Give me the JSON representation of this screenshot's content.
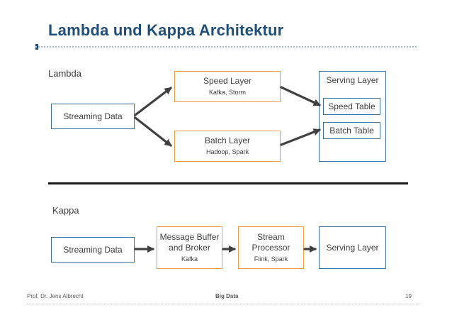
{
  "title": "Lambda und Kappa Architektur",
  "lambda": {
    "label": "Lambda",
    "streaming": "Streaming Data",
    "speed_layer": {
      "title": "Speed Layer",
      "tech": "Kafka, Storm"
    },
    "batch_layer": {
      "title": "Batch Layer",
      "tech": "Hadoop, Spark"
    },
    "serving": {
      "title": "Serving Layer",
      "speed_table": "Speed Table",
      "batch_table": "Batch Table"
    }
  },
  "kappa": {
    "label": "Kappa",
    "streaming": "Streaming Data",
    "message_buffer": {
      "line1": "Message Buffer",
      "line2": "and Broker",
      "tech": "Kafka"
    },
    "stream_processor": {
      "line1": "Stream",
      "line2": "Processor",
      "tech": "Flink, Spark"
    },
    "serving": "Serving Layer"
  },
  "footer": {
    "author": "Prof. Dr. Jens Albrecht",
    "course": "Big Data",
    "page": "19"
  },
  "colors": {
    "title": "#1f4e79",
    "blue_border": "#41719c",
    "orange_border": "#ed9b4a",
    "arrow": "#404040"
  }
}
